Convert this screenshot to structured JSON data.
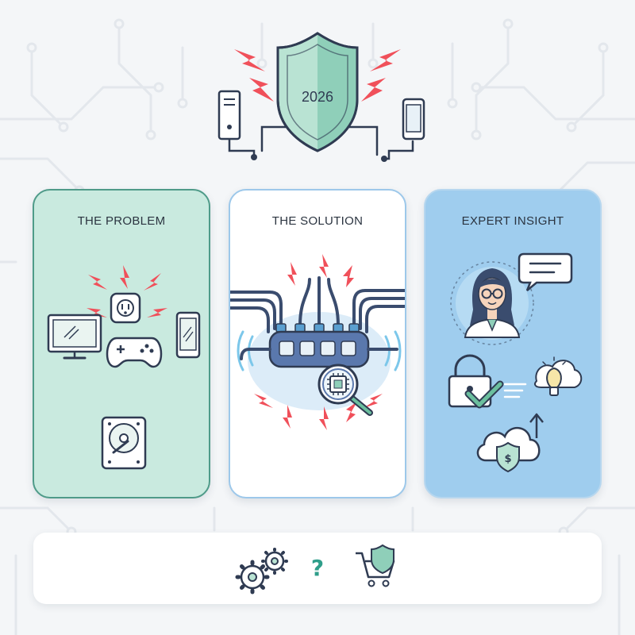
{
  "header": {
    "shield_year": "2026",
    "icons": [
      "desktop-tower-icon",
      "shield-icon",
      "smartphone-icon",
      "lightning-icon"
    ]
  },
  "cards": {
    "problem": {
      "title": "THE PROBLEM",
      "icons": [
        "wall-outlet-icon",
        "monitor-icon",
        "gamepad-icon",
        "smartphone-icon",
        "hard-drive-icon",
        "lightning-icon"
      ]
    },
    "solution": {
      "title": "THE SOLUTION",
      "icons": [
        "power-strip-icon",
        "magnifier-chip-icon",
        "lightning-icon"
      ]
    },
    "insight": {
      "title": "EXPERT INSIGHT",
      "icons": [
        "expert-avatar-icon",
        "speech-bubble-icon",
        "padlock-icon",
        "checkmark-icon",
        "lightbulb-icon",
        "arrow-up-icon",
        "cloud-shield-dollar-icon"
      ]
    }
  },
  "footer": {
    "question_mark": "?",
    "icons": [
      "gears-icon",
      "question-badge-icon",
      "cart-shield-icon"
    ]
  },
  "colors": {
    "problem_fill": "#c9eadf",
    "problem_border": "#4f9b89",
    "solution_fill": "#ffffff",
    "solution_border": "#9dc8ea",
    "insight_fill": "#9fcdee",
    "lightning": "#f0505a",
    "shield_green": "#b9e3d3",
    "outline": "#2f3b52",
    "question_teal": "#2f9e8a"
  }
}
